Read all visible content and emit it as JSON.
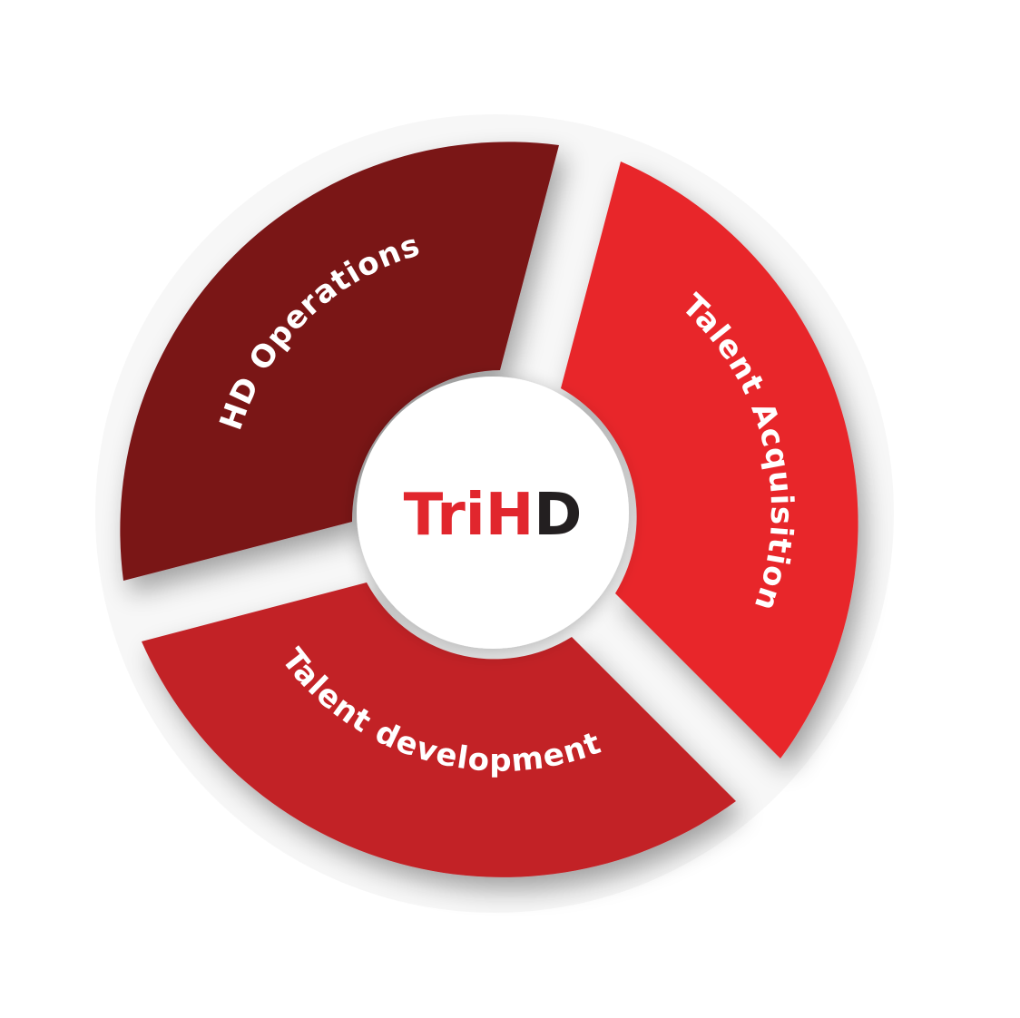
{
  "segments": [
    {
      "id": "hd-operations",
      "label": "HD Operations",
      "color": "#7a1218"
    },
    {
      "id": "talent-acquisition",
      "label": "Talent Acquisition",
      "color": "#e8252c"
    },
    {
      "id": "talent-development",
      "label": "Talent development",
      "color": "#c22026"
    }
  ],
  "logo": {
    "part1": "Tri",
    "part2": "H",
    "part3": "D",
    "color_red": "#e1262d",
    "color_dark": "#231f20"
  }
}
